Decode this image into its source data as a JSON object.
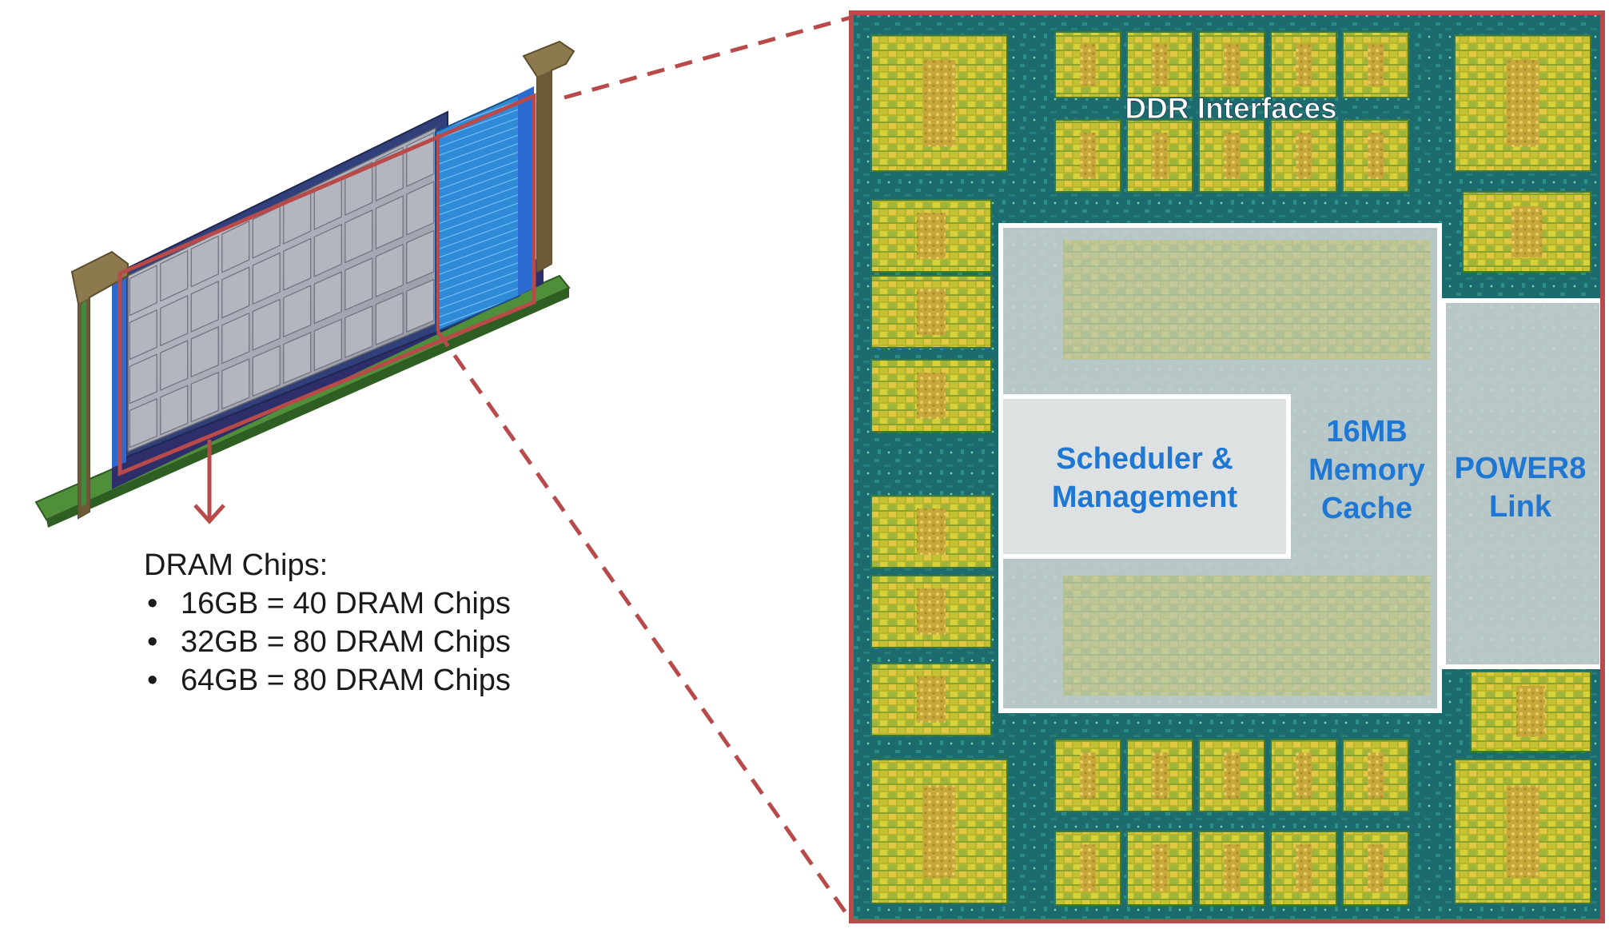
{
  "module_label": {
    "heading": "DRAM Chips:",
    "bullet": "•",
    "items": [
      "16GB = 40 DRAM Chips",
      "32GB = 80 DRAM Chips",
      "64GB = 80 DRAM Chips"
    ]
  },
  "die_regions": {
    "ddr": "DDR Interfaces",
    "scheduler_line1": "Scheduler &",
    "scheduler_line2": "Management",
    "cache_line1": "16MB",
    "cache_line2": "Memory",
    "cache_line3": "Cache",
    "link_line1": "POWER8",
    "link_line2": "Link"
  },
  "colors": {
    "highlight_red": "#b84a4a",
    "die_teal": "#1d6f72",
    "die_yellow": "#c9c62e",
    "die_green": "#6aa84a",
    "region_label_blue": "#1f77d4",
    "dimm_chip_gray": "#a7a9b4",
    "dimm_blue": "#2b86d2",
    "dimm_pcb_green": "#4f8f3a"
  }
}
